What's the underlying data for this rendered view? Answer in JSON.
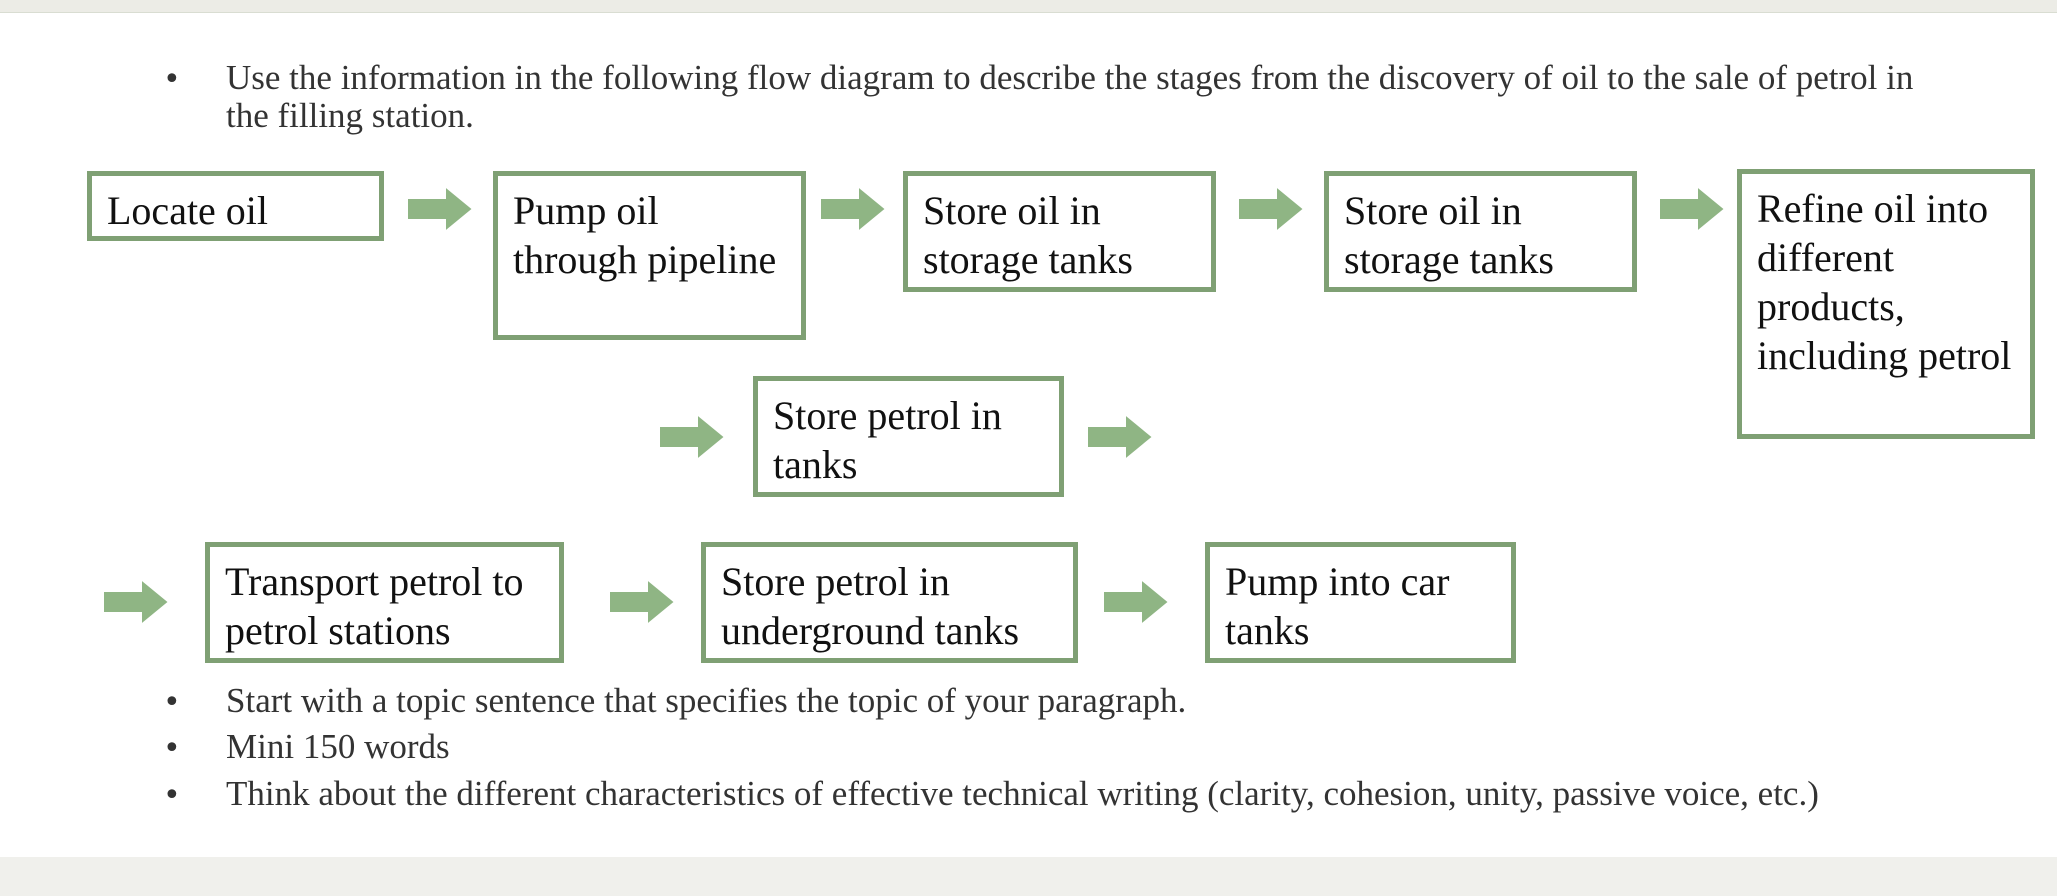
{
  "instructions": {
    "intro": "Use the information in the following flow diagram to describe the stages from the discovery of oil to the sale of petrol in the filling station.",
    "tips": [
      "Start with a topic sentence that specifies the topic of your paragraph.",
      "Mini 150 words",
      "Think about the different characteristics of effective technical writing (clarity, cohesion, unity, passive voice, etc.)"
    ]
  },
  "flow": {
    "steps": [
      "Locate oil",
      "Pump oil through pipeline",
      "Store oil in storage tanks",
      "Store oil in storage tanks",
      "Refine oil into different products, including petrol",
      "Store petrol in tanks",
      "Transport petrol to petrol stations",
      "Store petrol in underground tanks",
      "Pump into car tanks"
    ]
  },
  "colors": {
    "box_border": "#7fa074",
    "arrow_fill": "#8fb584"
  }
}
